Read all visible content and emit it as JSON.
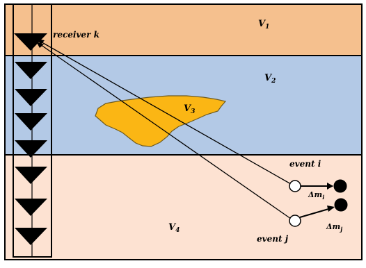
{
  "layers": {
    "v1": {
      "label": "V",
      "sub": "1",
      "color": "#f5c08e"
    },
    "v2": {
      "label": "V",
      "sub": "2",
      "color": "#b3c9e6"
    },
    "v3": {
      "label": "V",
      "sub": "3",
      "color": "#fbb614"
    },
    "v4": {
      "label": "V",
      "sub": "4",
      "color": "#fde2d2"
    }
  },
  "labels": {
    "receiver": "receiver k",
    "event_i": "event i",
    "event_j": "event j",
    "delta": "Δm",
    "sub_i": "i",
    "sub_j": "j"
  },
  "receivers": {
    "count": 8,
    "highlighted_index": 0
  },
  "colors": {
    "outline": "#000000",
    "event_fill": "#ffffff",
    "moved_fill": "#000000"
  }
}
